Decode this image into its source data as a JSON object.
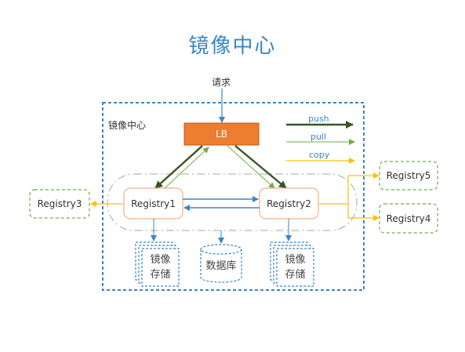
{
  "title": "镜像中心",
  "request_label": "请求",
  "center_label": "镜像中心",
  "lb_label": "LB",
  "legend": {
    "push": "push",
    "pull": "pull",
    "copy": "copy"
  },
  "registries": {
    "r1": "Registry1",
    "r2": "Registry2",
    "r3": "Registry3",
    "r4": "Registry4",
    "r5": "Registry5"
  },
  "storage_left": [
    "镜像",
    "存储"
  ],
  "storage_right": [
    "镜像",
    "存储"
  ],
  "database": "数据库",
  "colors": {
    "blue": "#3a86c8",
    "lb_fill": "#ed7d31",
    "push": "#375623",
    "pull": "#70ad47",
    "copy": "#ffc000",
    "orange_border": "#f4b183",
    "green_dash": "#70ad47",
    "gray_dash": "#a6a6a6"
  }
}
